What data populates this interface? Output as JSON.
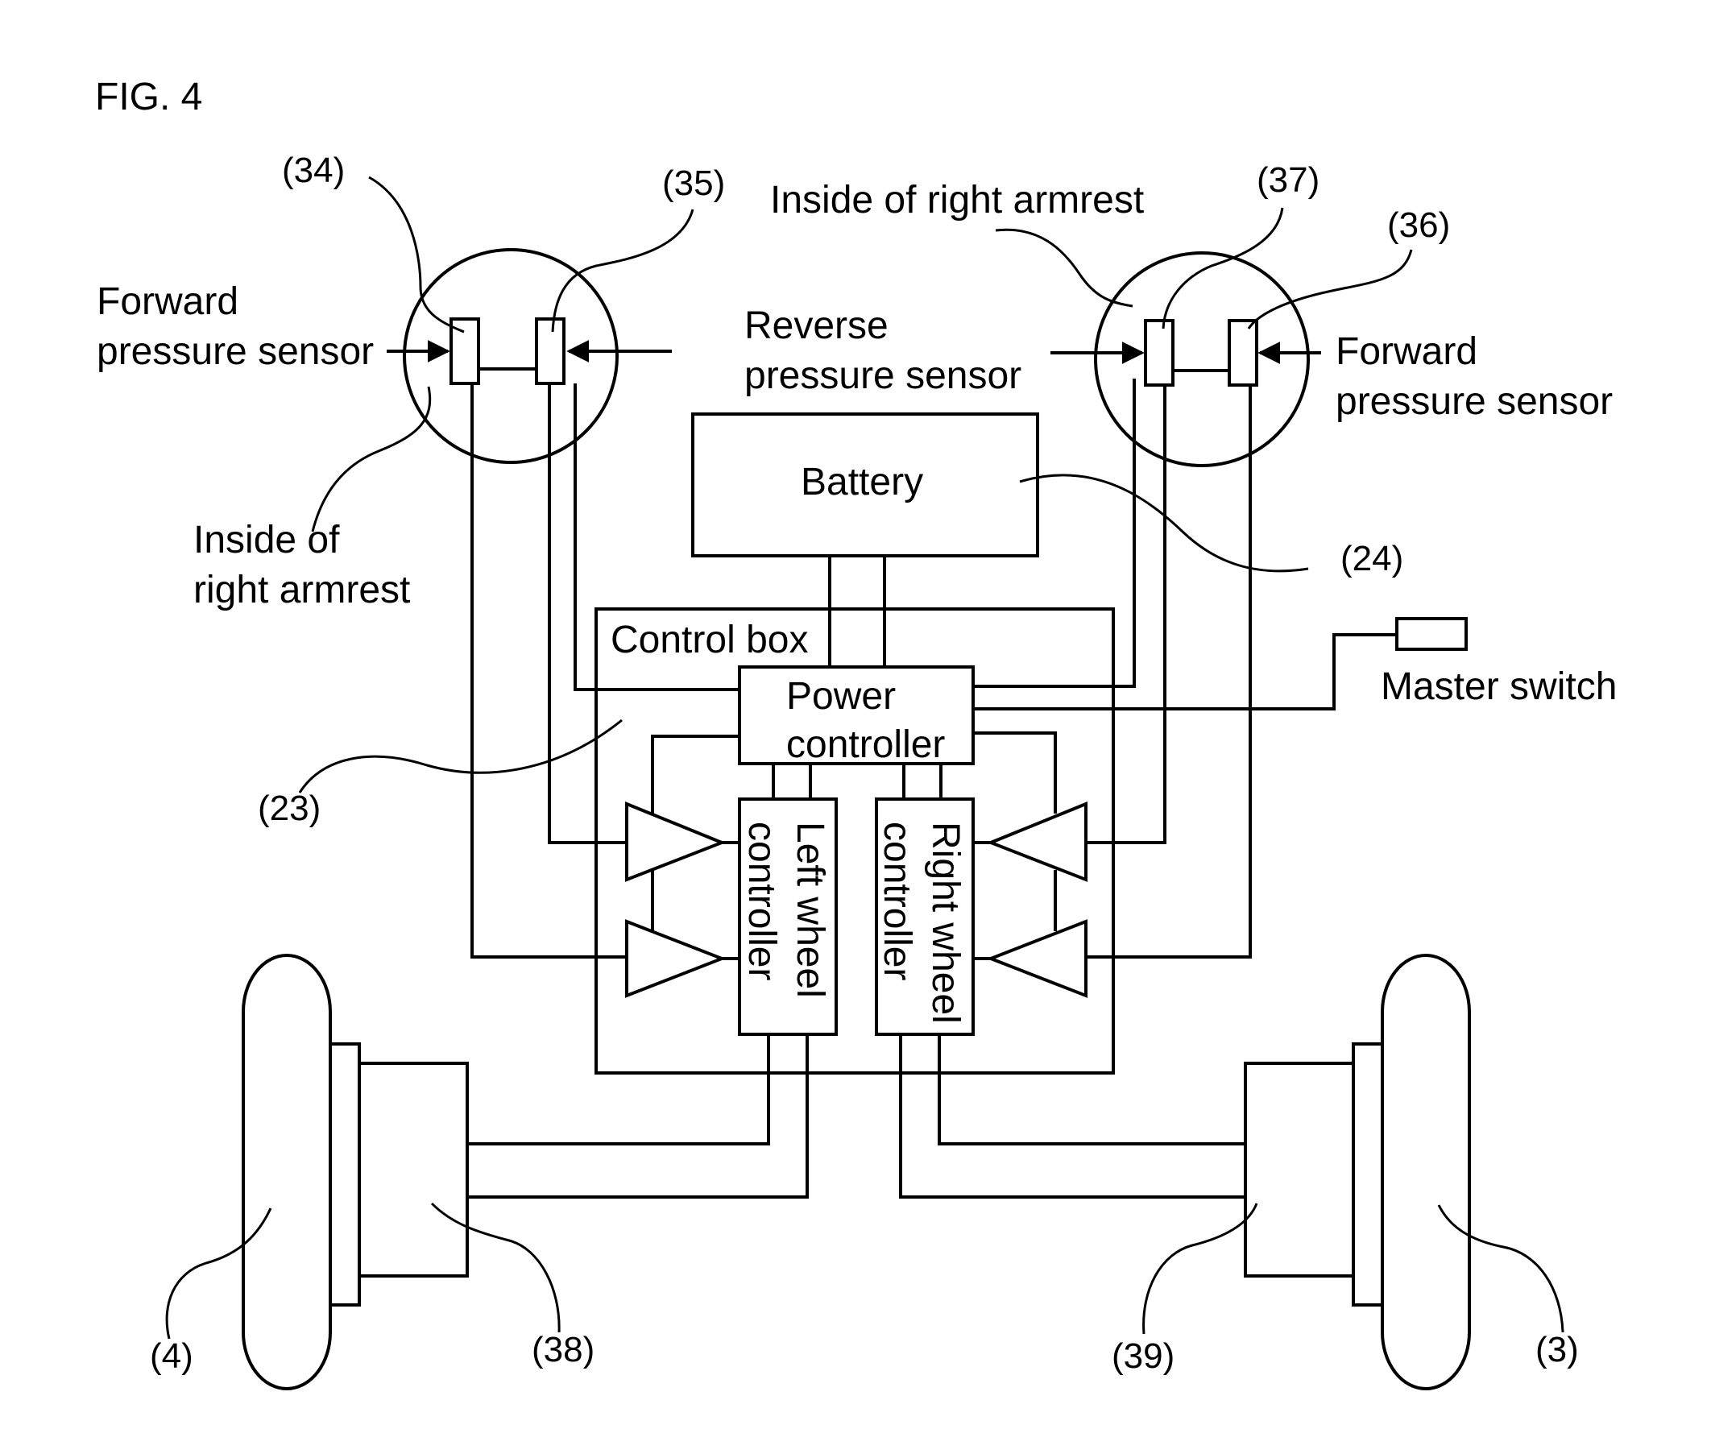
{
  "figure_title": "FIG. 4",
  "labels": {
    "forward_sensor_left_1": "Forward",
    "forward_sensor_left_2": "pressure sensor",
    "inside_armrest_left_1": "Inside of",
    "inside_armrest_left_2": "right armrest",
    "reverse_sensor_1": "Reverse",
    "reverse_sensor_2": "pressure sensor",
    "inside_armrest_right": "Inside of right armrest",
    "forward_sensor_right_1": "Forward",
    "forward_sensor_right_2": "pressure sensor",
    "battery": "Battery",
    "control_box": "Control box",
    "power_controller_1": "Power",
    "power_controller_2": "controller",
    "master_switch": "Master switch",
    "left_wheel_controller_1": "Left wheel",
    "left_wheel_controller_2": "controller",
    "right_wheel_controller_1": "Right wheel",
    "right_wheel_controller_2": "controller"
  },
  "refs": {
    "r34": "(34)",
    "r35": "(35)",
    "r37": "(37)",
    "r36": "(36)",
    "r24": "(24)",
    "r23": "(23)",
    "r4": "(4)",
    "r38": "(38)",
    "r39": "(39)",
    "r3": "(3)"
  }
}
